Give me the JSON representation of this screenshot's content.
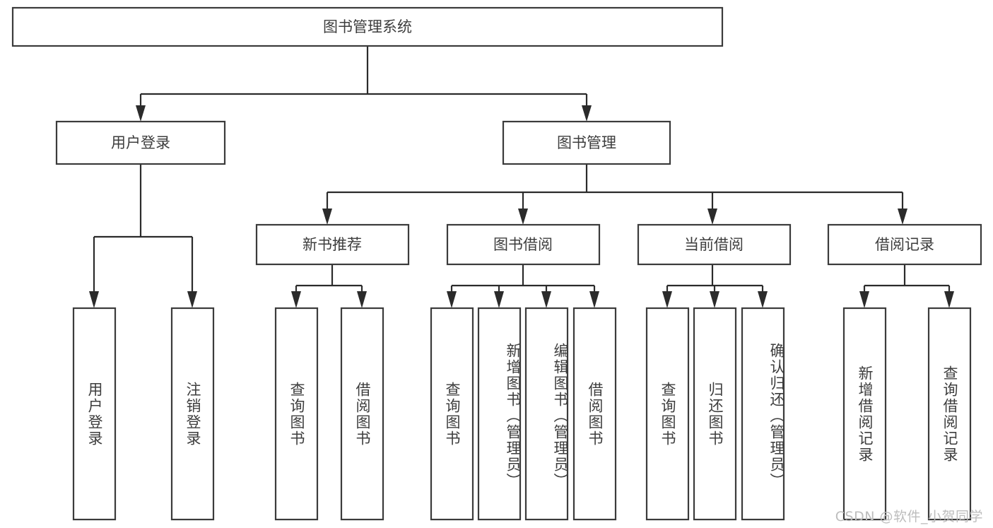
{
  "diagram": {
    "type": "tree-hierarchy",
    "title": "图书管理系统",
    "orientation": "top-down",
    "colors": {
      "box_stroke": "#3b3b3b",
      "box_fill": "#ffffff",
      "connector": "#2b2b2b",
      "text": "#3d3d3d",
      "background": "#ffffff",
      "watermark": "#bdbdbd"
    }
  },
  "root": {
    "label": "图书管理系统"
  },
  "level2": [
    {
      "label": "用户登录"
    },
    {
      "label": "图书管理"
    }
  ],
  "level3": [
    {
      "label": "新书推荐"
    },
    {
      "label": "图书借阅"
    },
    {
      "label": "当前借阅"
    },
    {
      "label": "借阅记录"
    }
  ],
  "leaves": {
    "user_login": [
      {
        "label": "用户登录"
      },
      {
        "label": "注销登录"
      }
    ],
    "new_book_recommend": [
      {
        "label": "查询图书"
      },
      {
        "label": "借阅图书"
      }
    ],
    "book_borrow": [
      {
        "label": "查询图书"
      },
      {
        "label": "新增图书（管理员）"
      },
      {
        "label": "编辑图书（管理员）"
      },
      {
        "label": "借阅图书"
      }
    ],
    "current_borrow": [
      {
        "label": "查询图书"
      },
      {
        "label": "归还图书"
      },
      {
        "label": "确认归还（管理员）"
      }
    ],
    "borrow_record": [
      {
        "label": "新增借阅记录"
      },
      {
        "label": "查询借阅记录"
      }
    ]
  },
  "watermark": {
    "text": "CSDN @软件_小贺同学"
  }
}
